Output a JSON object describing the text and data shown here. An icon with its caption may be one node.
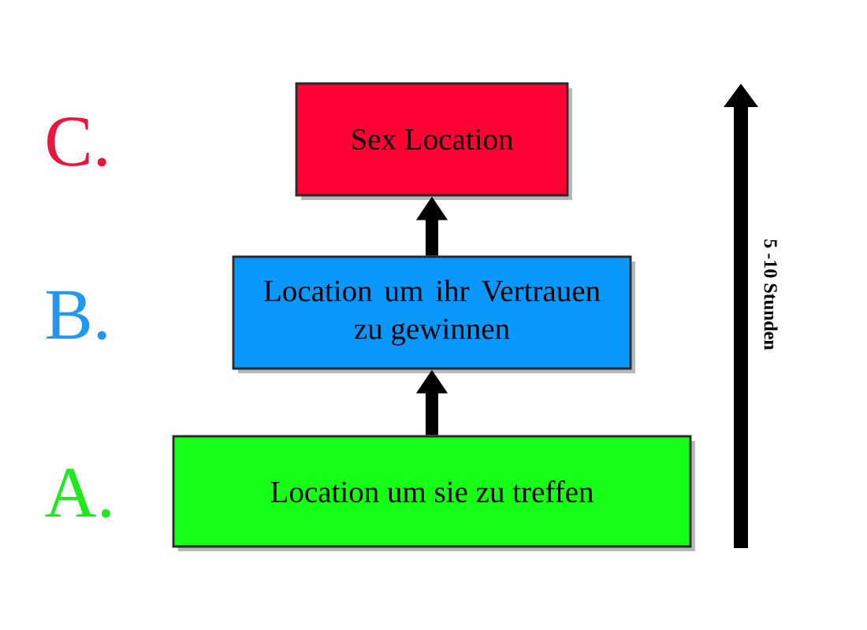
{
  "diagram": {
    "nodes": [
      {
        "text": [
          "Sex Location"
        ],
        "beside": [
          "C."
        ]
      },
      {
        "text": [
          "Location um ihr Vertrauen zu gewinnen"
        ],
        "beside": [
          "B."
        ]
      },
      {
        "text": [
          "Location um sie zu treffen"
        ],
        "beside": [
          "A."
        ]
      }
    ],
    "edges": [
      {
        "from": 2,
        "to": 1,
        "arrow": "to"
      },
      {
        "from": 1,
        "to": 0,
        "arrow": "to"
      }
    ],
    "labels": [
      "5 -10 Stunden"
    ]
  }
}
